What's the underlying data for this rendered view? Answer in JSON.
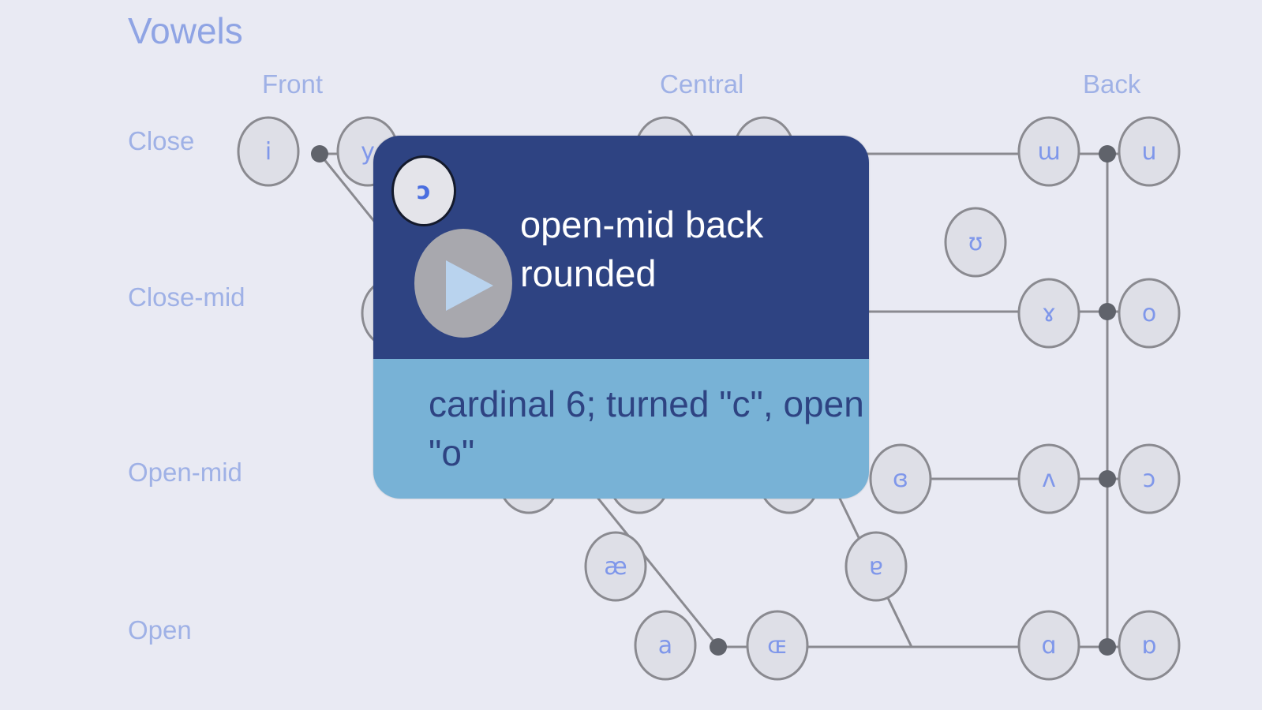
{
  "title": "Vowels",
  "columns": [
    "Front",
    "Central",
    "Back"
  ],
  "rows": [
    "Close",
    "Close-mid",
    "Open-mid",
    "Open"
  ],
  "colors": {
    "background": "#e9eaf3",
    "label": "#9fb1e6",
    "vowel_text": "#7f97ea",
    "card_header": "#2e4382",
    "card_body": "#78b2d6",
    "node_fill": "#dedfe7",
    "node_stroke": "#8a8a90",
    "line": "#8a8a90",
    "dot": "#60636b"
  },
  "vowels": [
    {
      "symbol": "i",
      "row": "Close",
      "position": "front unrounded"
    },
    {
      "symbol": "y",
      "row": "Close",
      "position": "front rounded"
    },
    {
      "symbol": "",
      "row": "Close",
      "position": "central unrounded (hidden)"
    },
    {
      "symbol": "",
      "row": "Close",
      "position": "central rounded (hidden)"
    },
    {
      "symbol": "ɯ",
      "row": "Close",
      "position": "back unrounded"
    },
    {
      "symbol": "u",
      "row": "Close",
      "position": "back rounded"
    },
    {
      "symbol": "ʊ",
      "row": "Near-close",
      "position": "near-back"
    },
    {
      "symbol": "",
      "row": "Close-mid",
      "position": "front (hidden)"
    },
    {
      "symbol": "ɤ",
      "row": "Close-mid",
      "position": "back unrounded"
    },
    {
      "symbol": "o",
      "row": "Close-mid",
      "position": "back rounded"
    },
    {
      "symbol": "",
      "row": "Open-mid",
      "position": "front unrounded (hidden)"
    },
    {
      "symbol": "",
      "row": "Open-mid",
      "position": "front rounded (hidden)"
    },
    {
      "symbol": "",
      "row": "Open-mid",
      "position": "central unrounded (hidden)"
    },
    {
      "symbol": "ɞ",
      "row": "Open-mid",
      "position": "central rounded"
    },
    {
      "symbol": "ʌ",
      "row": "Open-mid",
      "position": "back unrounded"
    },
    {
      "symbol": "ɔ",
      "row": "Open-mid",
      "position": "back rounded"
    },
    {
      "symbol": "æ",
      "row": "Near-open",
      "position": "front"
    },
    {
      "symbol": "ɐ",
      "row": "Near-open",
      "position": "central"
    },
    {
      "symbol": "a",
      "row": "Open",
      "position": "front unrounded"
    },
    {
      "symbol": "ɶ",
      "row": "Open",
      "position": "front rounded"
    },
    {
      "symbol": "ɑ",
      "row": "Open",
      "position": "back unrounded"
    },
    {
      "symbol": "ɒ",
      "row": "Open",
      "position": "back rounded"
    }
  ],
  "popup": {
    "symbol": "ɔ",
    "name": "open-mid back rounded",
    "description": "cardinal 6; turned \"c\", open \"o\"",
    "play_icon": "play-icon"
  }
}
